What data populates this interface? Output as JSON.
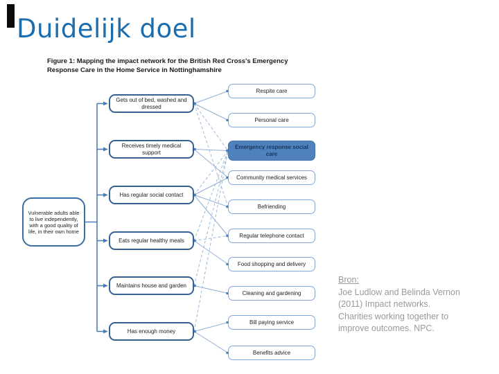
{
  "slide": {
    "title": "Duidelijk doel"
  },
  "figure": {
    "caption": "Figure 1: Mapping the impact network for the British Red Cross's Emergency Response Care in the Home Service in Nottinghamshire"
  },
  "citation": {
    "label": "Bron:",
    "lines": [
      "Joe Ludlow and Belinda Vernon",
      "(2011) Impact networks.",
      "Charities working together to",
      "improve outcomes. NPC."
    ]
  },
  "diagram": {
    "type": "impact-network",
    "goal": {
      "id": "g",
      "label": "Vulnerable adults able to live independently, with a good quality of life, in their own home"
    },
    "outcomes": [
      {
        "id": "o1",
        "label": "Gets out of bed, washed and dressed"
      },
      {
        "id": "o2",
        "label": "Receives timely medical support"
      },
      {
        "id": "o3",
        "label": "Has regular social contact"
      },
      {
        "id": "o4",
        "label": "Eats regular healthy meals"
      },
      {
        "id": "o5",
        "label": "Maintains house and garden"
      },
      {
        "id": "o6",
        "label": "Has enough money"
      }
    ],
    "services": [
      {
        "id": "s1",
        "label": "Respite care",
        "highlighted": false
      },
      {
        "id": "s2",
        "label": "Personal care",
        "highlighted": false
      },
      {
        "id": "s3",
        "label": "Emergency response social care",
        "highlighted": true
      },
      {
        "id": "s4",
        "label": "Community medical services",
        "highlighted": false
      },
      {
        "id": "s5",
        "label": "Befriending",
        "highlighted": false
      },
      {
        "id": "s6",
        "label": "Regular telephone contact",
        "highlighted": false
      },
      {
        "id": "s7",
        "label": "Food shopping and delivery",
        "highlighted": false
      },
      {
        "id": "s8",
        "label": "Cleaning and gardening",
        "highlighted": false
      },
      {
        "id": "s9",
        "label": "Bill paying service",
        "highlighted": false
      },
      {
        "id": "s10",
        "label": "Benefits advice",
        "highlighted": false
      }
    ],
    "links": [
      {
        "from": "o1",
        "to": "s1",
        "style": "solid"
      },
      {
        "from": "o1",
        "to": "s2",
        "style": "solid"
      },
      {
        "from": "o1",
        "to": "s3",
        "style": "dashed"
      },
      {
        "from": "o1",
        "to": "s5",
        "style": "dashed"
      },
      {
        "from": "o2",
        "to": "s3",
        "style": "solid"
      },
      {
        "from": "o2",
        "to": "s4",
        "style": "solid"
      },
      {
        "from": "o3",
        "to": "s4",
        "style": "solid"
      },
      {
        "from": "o3",
        "to": "s5",
        "style": "solid"
      },
      {
        "from": "o3",
        "to": "s6",
        "style": "solid"
      },
      {
        "from": "o3",
        "to": "s3",
        "style": "dashed"
      },
      {
        "from": "o4",
        "to": "s7",
        "style": "solid"
      },
      {
        "from": "o4",
        "to": "s3",
        "style": "dashed"
      },
      {
        "from": "o4",
        "to": "s6",
        "style": "dashed"
      },
      {
        "from": "o5",
        "to": "s8",
        "style": "solid"
      },
      {
        "from": "o5",
        "to": "s3",
        "style": "dashed"
      },
      {
        "from": "o6",
        "to": "s9",
        "style": "solid"
      },
      {
        "from": "o6",
        "to": "s10",
        "style": "solid"
      },
      {
        "from": "o6",
        "to": "s3",
        "style": "dashed"
      }
    ],
    "colors": {
      "title": "#1C6DAD",
      "outcome_border": "#376092",
      "service_border": "#7EA6D8",
      "trunk": "#4A7EBB",
      "link_solid": "#90AFD6",
      "link_dashed": "#9DB8DA",
      "highlight_fill": "#4F81BD",
      "highlight_text": "#17365D",
      "citation_text": "#999999"
    }
  }
}
